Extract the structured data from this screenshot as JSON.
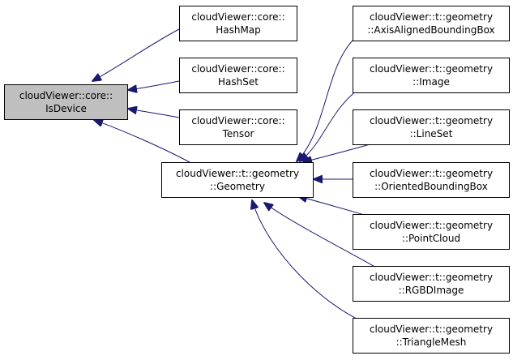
{
  "colors": {
    "edge": "#191970",
    "node_border": "#000000",
    "node_fill": "#ffffff",
    "highlight_fill": "#bfbfbf",
    "text": "#000000"
  },
  "nodes": [
    {
      "id": "isdevice",
      "line1": "cloudViewer::core::",
      "line2": "IsDevice",
      "highlighted": true
    },
    {
      "id": "hashmap",
      "line1": "cloudViewer::core::",
      "line2": "HashMap",
      "highlighted": false
    },
    {
      "id": "hashset",
      "line1": "cloudViewer::core::",
      "line2": "HashSet",
      "highlighted": false
    },
    {
      "id": "tensor",
      "line1": "cloudViewer::core::",
      "line2": "Tensor",
      "highlighted": false
    },
    {
      "id": "geometry",
      "line1": "cloudViewer::t::geometry",
      "line2": "::Geometry",
      "highlighted": false
    },
    {
      "id": "aabb",
      "line1": "cloudViewer::t::geometry",
      "line2": "::AxisAlignedBoundingBox",
      "highlighted": false
    },
    {
      "id": "image",
      "line1": "cloudViewer::t::geometry",
      "line2": "::Image",
      "highlighted": false
    },
    {
      "id": "lineset",
      "line1": "cloudViewer::t::geometry",
      "line2": "::LineSet",
      "highlighted": false
    },
    {
      "id": "obb",
      "line1": "cloudViewer::t::geometry",
      "line2": "::OrientedBoundingBox",
      "highlighted": false
    },
    {
      "id": "pointcloud",
      "line1": "cloudViewer::t::geometry",
      "line2": "::PointCloud",
      "highlighted": false
    },
    {
      "id": "rgbdimage",
      "line1": "cloudViewer::t::geometry",
      "line2": "::RGBDImage",
      "highlighted": false
    },
    {
      "id": "trianglemesh",
      "line1": "cloudViewer::t::geometry",
      "line2": "::TriangleMesh",
      "highlighted": false
    }
  ],
  "edges": [
    {
      "from": "hashmap",
      "to": "isdevice"
    },
    {
      "from": "hashset",
      "to": "isdevice"
    },
    {
      "from": "tensor",
      "to": "isdevice"
    },
    {
      "from": "geometry",
      "to": "isdevice"
    },
    {
      "from": "aabb",
      "to": "geometry"
    },
    {
      "from": "image",
      "to": "geometry"
    },
    {
      "from": "lineset",
      "to": "geometry"
    },
    {
      "from": "obb",
      "to": "geometry"
    },
    {
      "from": "pointcloud",
      "to": "geometry"
    },
    {
      "from": "rgbdimage",
      "to": "geometry"
    },
    {
      "from": "trianglemesh",
      "to": "geometry"
    }
  ]
}
